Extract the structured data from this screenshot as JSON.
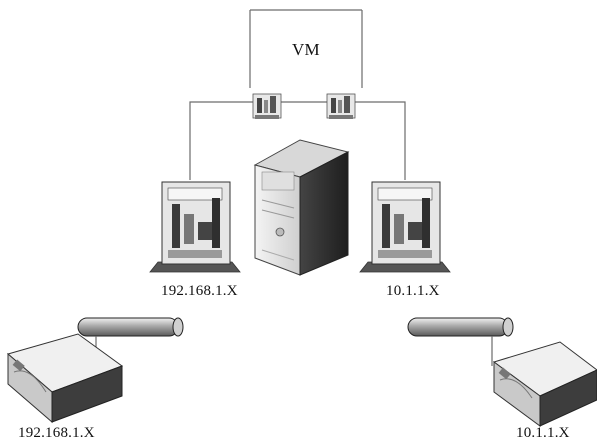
{
  "vm_label": "VM",
  "networks": {
    "left": "192.168.1.X",
    "right": "10.1.1.X"
  },
  "hosts": {
    "left": "192.168.1.X",
    "right": "10.1.1.X"
  },
  "colors": {
    "line": "#777777",
    "device": "#e4e4e4",
    "device_dark": "#3c3c3c",
    "tube": "#aaaaaa"
  }
}
